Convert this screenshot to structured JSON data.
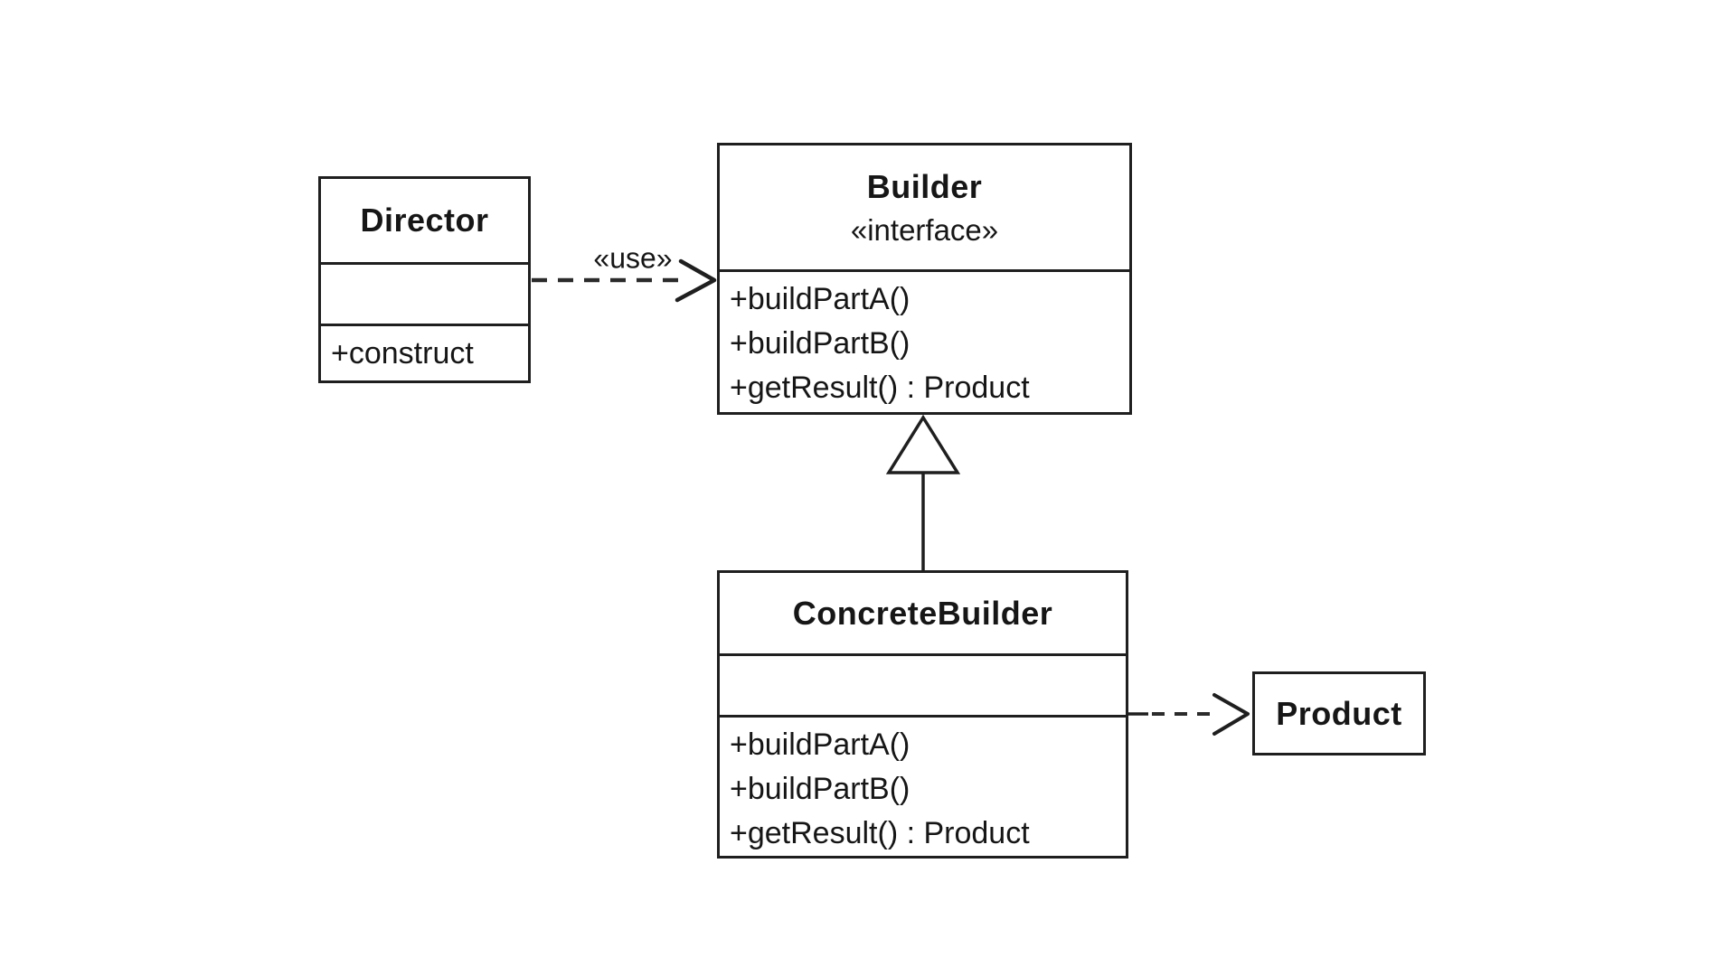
{
  "diagram": {
    "classes": {
      "director": {
        "title": "Director",
        "methods": [
          "+construct"
        ]
      },
      "builder": {
        "title": "Builder",
        "stereotype": "«interface»",
        "methods": [
          "+buildPartA()",
          "+buildPartB()",
          "+getResult() : Product"
        ]
      },
      "concreteBuilder": {
        "title": "ConcreteBuilder",
        "methods": [
          "+buildPartA()",
          "+buildPartB()",
          "+getResult() : Product"
        ]
      },
      "product": {
        "title": "Product"
      }
    },
    "connectors": {
      "use_label": "«use»"
    },
    "colors": {
      "line": "#1f1f1f",
      "text": "#161616",
      "background": "#ffffff"
    }
  }
}
